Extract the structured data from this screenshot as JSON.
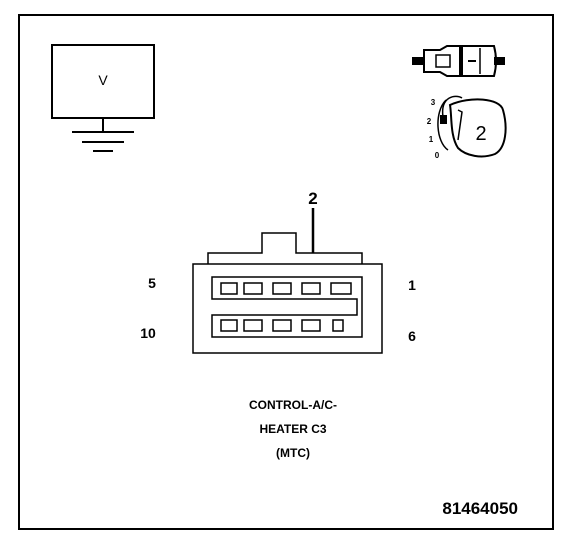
{
  "meter": {
    "label": "V"
  },
  "connector_icon": {
    "pin_ref": "2",
    "position_labels": [
      "3",
      "2",
      "1",
      "0"
    ]
  },
  "connector": {
    "callout_pin": "2",
    "corner_labels": {
      "top_left": "5",
      "top_right": "1",
      "bottom_left": "10",
      "bottom_right": "6"
    }
  },
  "caption": {
    "line1": "CONTROL-A/C-",
    "line2": "HEATER C3",
    "line3": "(MTC)"
  },
  "figure_id": "81464050"
}
